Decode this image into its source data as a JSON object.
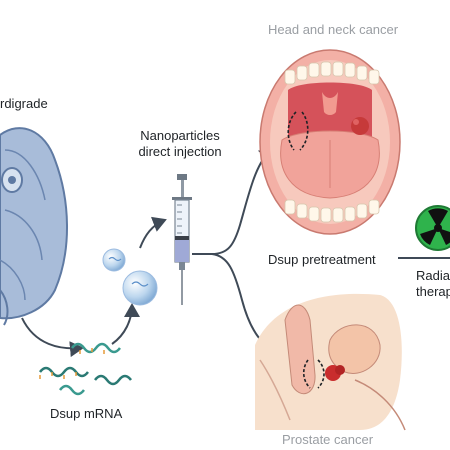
{
  "labels": {
    "tardigrade": "rdigrade",
    "nanoparticles_line1": "Nanoparticles",
    "nanoparticles_line2": "direct injection",
    "dsup_mrna": "Dsup mRNA",
    "head_neck": "Head and neck cancer",
    "dsup_pretreatment": "Dsup pretreatment",
    "radiation_line1": "Radia",
    "radiation_line2": "therap",
    "prostate": "Prostate cancer"
  },
  "icons": [
    "tardigrade-illustration",
    "mrna-strands",
    "nanoparticle-spheres",
    "syringe-icon",
    "open-mouth-illustration",
    "pelvis-illustration",
    "radiation-icon"
  ],
  "colors": {
    "tardigrade": "#8fa6c8",
    "arrow": "#3f4a57",
    "mouth_red": "#d9555a",
    "gums": "#f2a49c",
    "radiation_green": "#29b24a",
    "pelvis_skin": "#f6dcc6",
    "tumor": "#c72a2a"
  }
}
